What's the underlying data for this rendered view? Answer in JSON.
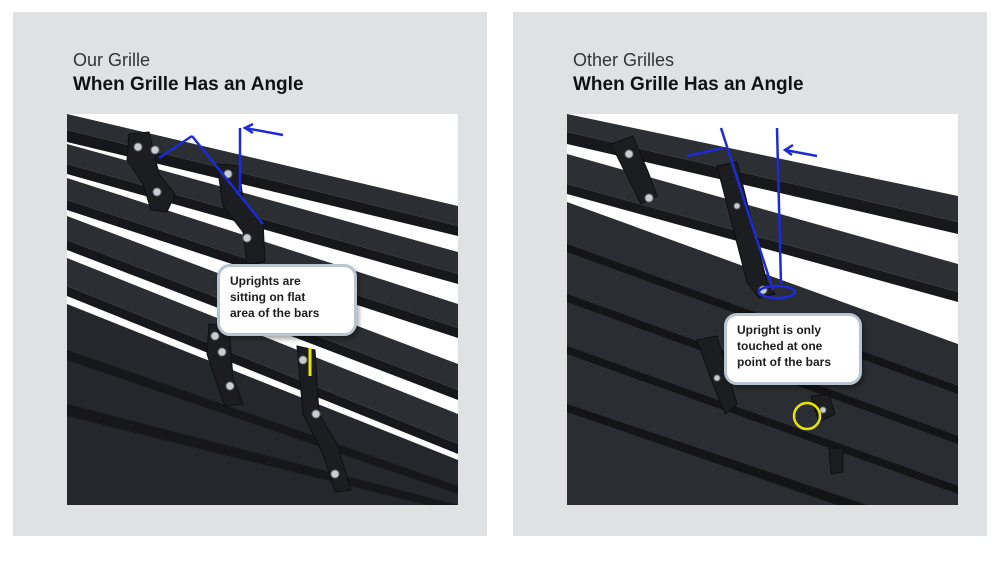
{
  "panels": [
    {
      "subtitle": "Our Grille",
      "headline": "When Grille Has an Angle",
      "callout_lines": [
        "Uprights are",
        "sitting on flat",
        "area of the bars"
      ]
    },
    {
      "subtitle": "Other Grilles",
      "headline": "When Grille Has an Angle",
      "callout_lines": [
        "Upright is only",
        "touched at one",
        "point of the bars"
      ]
    }
  ],
  "colors": {
    "panel_bg": "#e0e1e3",
    "bar_dark": "#1f2124",
    "bar_mid": "#2c2f33",
    "guide_line": "#1d2bd6",
    "marker_yellow": "#e8e400"
  },
  "icons": [
    "angle-guide-icon",
    "contact-point-icon",
    "flat-contact-marker-icon"
  ]
}
